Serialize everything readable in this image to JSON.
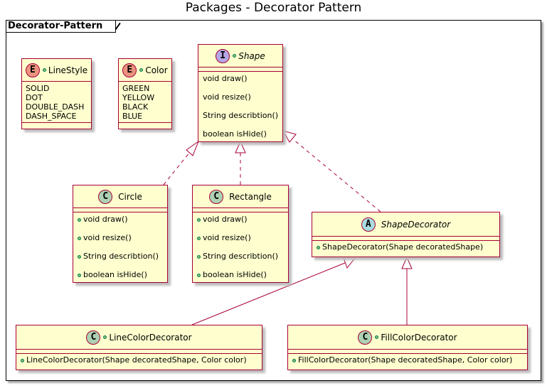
{
  "title": "Packages - Decorator Pattern",
  "package": {
    "name": "Decorator-Pattern"
  },
  "colors": {
    "box_fill": "#fefece",
    "box_border": "#a80036",
    "enum_badge": "#eb937f",
    "interface_badge": "#b4a7e5",
    "class_badge": "#add1b2",
    "abstract_badge": "#a9dcdf",
    "public_marker": "#84be84"
  },
  "enums": {
    "linestyle": {
      "badge": "E",
      "name": "LineStyle",
      "values": [
        "SOLID",
        "DOT",
        "DOUBLE_DASH",
        "DASH_SPACE"
      ]
    },
    "color": {
      "badge": "E",
      "name": "Color",
      "values": [
        "GREEN",
        "YELLOW",
        "BLACK",
        "BLUE"
      ]
    }
  },
  "shape": {
    "badge": "I",
    "name": "Shape",
    "methods": [
      "void draw()",
      "void resize()",
      "String describtion()",
      "boolean isHide()"
    ]
  },
  "circle": {
    "badge": "C",
    "name": "Circle",
    "methods": [
      "void draw()",
      "void resize()",
      "String describtion()",
      "boolean isHide()"
    ]
  },
  "rectangle": {
    "badge": "C",
    "name": "Rectangle",
    "methods": [
      "void draw()",
      "void resize()",
      "String describtion()",
      "boolean isHide()"
    ]
  },
  "shapedecorator": {
    "badge": "A",
    "name": "ShapeDecorator",
    "methods": [
      "ShapeDecorator(Shape decoratedShape)"
    ]
  },
  "linecolordecorator": {
    "badge": "C",
    "name": "LineColorDecorator",
    "methods": [
      "LineColorDecorator(Shape decoratedShape, Color color)"
    ]
  },
  "fillcolordecorator": {
    "badge": "C",
    "name": "FillColorDecorator",
    "methods": [
      "FillColorDecorator(Shape decoratedShape, Color color)"
    ]
  }
}
